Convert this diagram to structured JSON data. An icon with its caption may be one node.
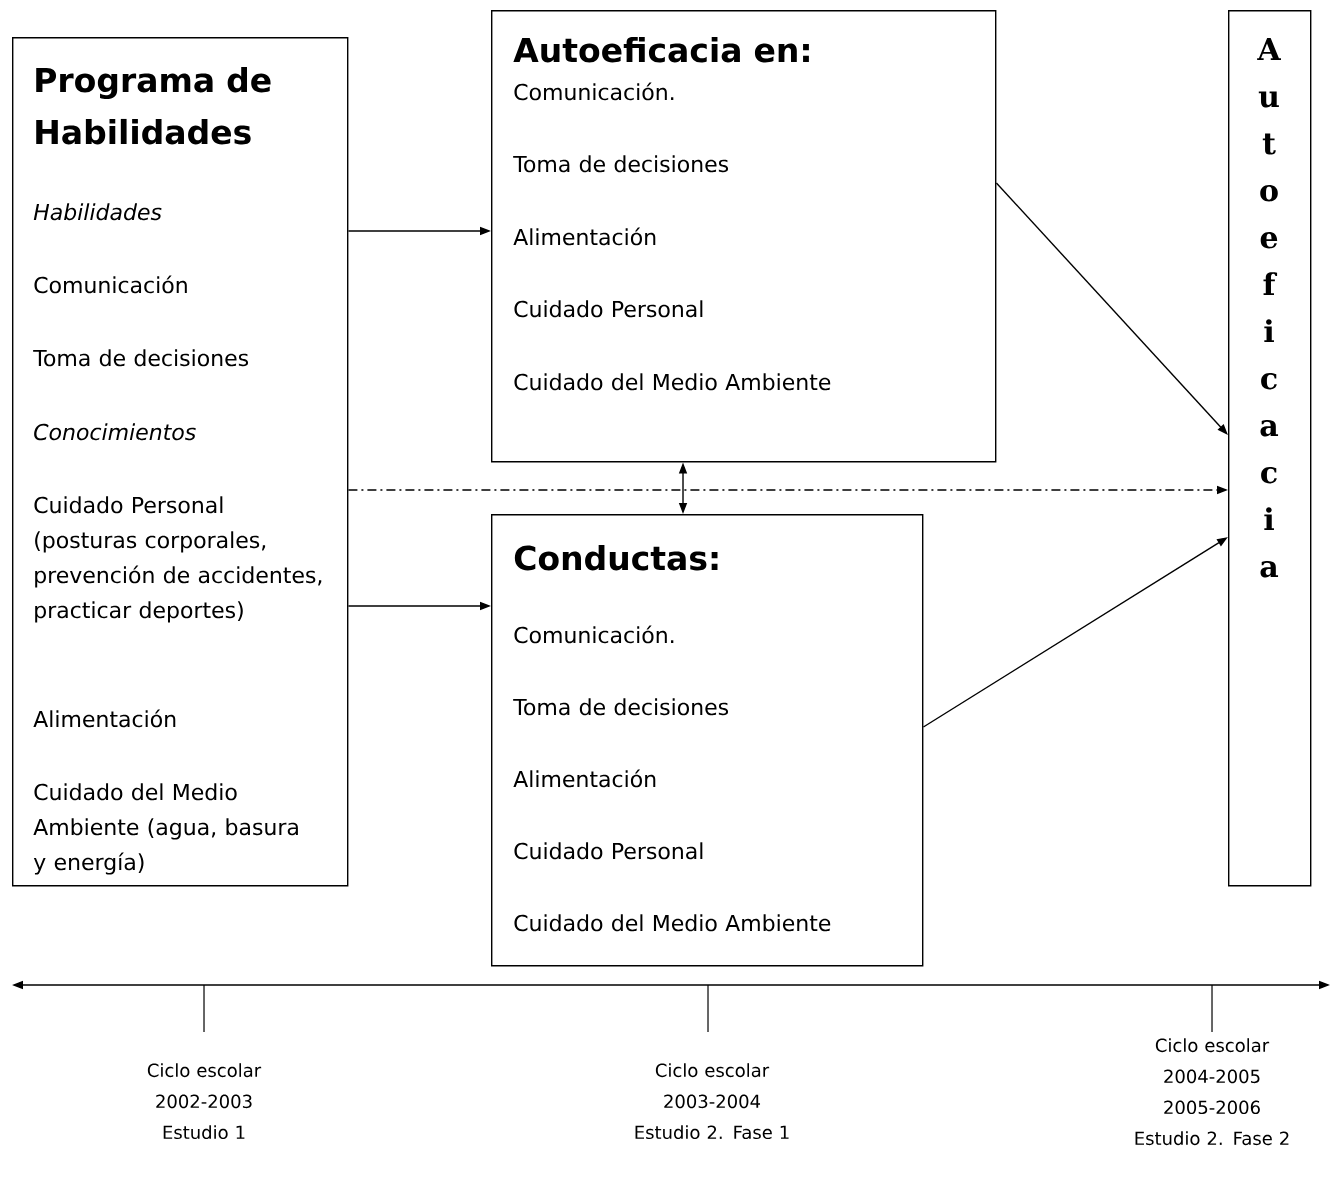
{
  "diagram": {
    "nodes": [
      {
        "text": [
          "Programa de Habilidades",
          "Habilidades",
          "Comunicación",
          "Toma de decisiones",
          "Conocimientos",
          "Cuidado Personal (posturas corporales, prevención de accidentes, practicar deportes)",
          "Alimentación",
          "Cuidado del Medio Ambiente (agua, basura y energía)"
        ]
      },
      {
        "text": [
          "Autoeficacia en:",
          "Comunicación.",
          "Toma de decisiones",
          "Alimentación",
          "Cuidado Personal",
          "Cuidado del Medio Ambiente"
        ]
      },
      {
        "text": [
          "Conductas:",
          "Comunicación.",
          "Toma de decisiones",
          "Alimentación",
          "Cuidado Personal",
          "Cuidado del Medio Ambiente"
        ]
      },
      {
        "text": [
          "Autoeficacia"
        ]
      }
    ],
    "edges": [
      {
        "from": 0,
        "to": 1,
        "arrow": "to"
      },
      {
        "from": 0,
        "to": 2,
        "arrow": "to"
      },
      {
        "from": 1,
        "to": 2,
        "arrow": "both"
      },
      {
        "from": 1,
        "to": 3,
        "arrow": "to"
      },
      {
        "from": 2,
        "to": 3,
        "arrow": "to"
      },
      {
        "from": 0,
        "to": 3,
        "arrow": "to",
        "style": "dashed"
      }
    ],
    "labels": [
      "Ciclo escolar 2002-2003 Estudio 1",
      "Ciclo escolar 2003-2004 Estudio 2. Fase 1",
      "Ciclo escolar 2004-2005 2005-2006 Estudio 2. Fase 2"
    ]
  }
}
